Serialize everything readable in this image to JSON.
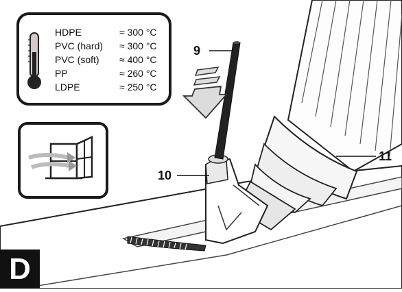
{
  "temperature_table": {
    "rows": [
      {
        "material": "HDPE",
        "temp": "≈ 300 °C"
      },
      {
        "material": "PVC (hard)",
        "temp": "≈ 300 °C"
      },
      {
        "material": "PVC (soft)",
        "temp": "≈ 400 °C"
      },
      {
        "material": "PP",
        "temp": "≈ 260 °C"
      },
      {
        "material": "LDPE",
        "temp": "≈ 250 °C"
      }
    ]
  },
  "callouts": {
    "welding_rod": "9",
    "nozzle": "10",
    "heat_gun": "11"
  },
  "figure_letter": "D",
  "icons": {
    "thermometer": "thermometer-icon",
    "ventilation": "window-ventilation-icon",
    "direction": "down-arrow-icon"
  }
}
